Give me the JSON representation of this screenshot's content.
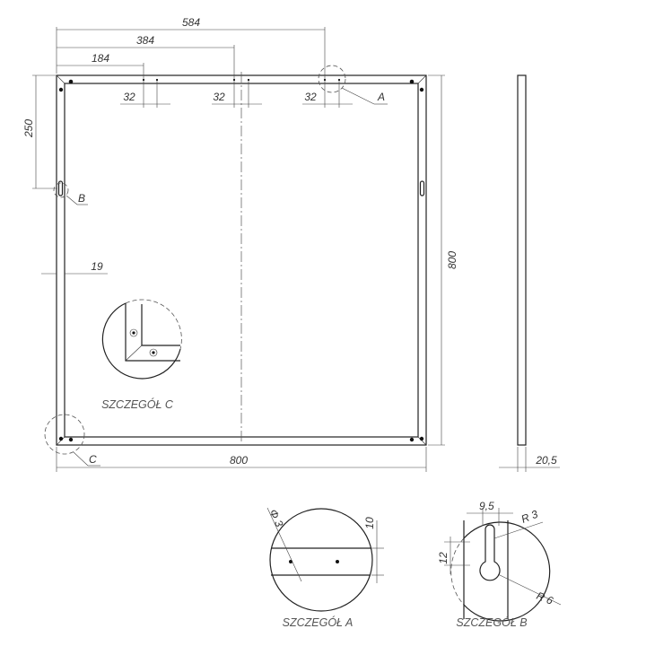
{
  "dimensions": {
    "top_584": "584",
    "top_384": "384",
    "top_184": "184",
    "hole_gap_1": "32",
    "hole_gap_2": "32",
    "hole_gap_3": "32",
    "left_250": "250",
    "frame_19": "19",
    "height_800": "800",
    "width_800": "800",
    "depth_20_5": "20,5",
    "hole_dia": "Φ 3",
    "detail_a_10": "10",
    "detail_b_9_5": "9,5",
    "detail_b_r3": "R 3",
    "detail_b_12": "12",
    "detail_b_r6": "R 6"
  },
  "callouts": {
    "a": "A",
    "b": "B",
    "c": "C"
  },
  "details": {
    "a_title": "SZCZEGÓŁ A",
    "b_title": "SZCZEGÓŁ B",
    "c_title": "SZCZEGÓŁ C"
  },
  "colors": {
    "line": "#222222",
    "text": "#333333",
    "background": "#ffffff"
  }
}
